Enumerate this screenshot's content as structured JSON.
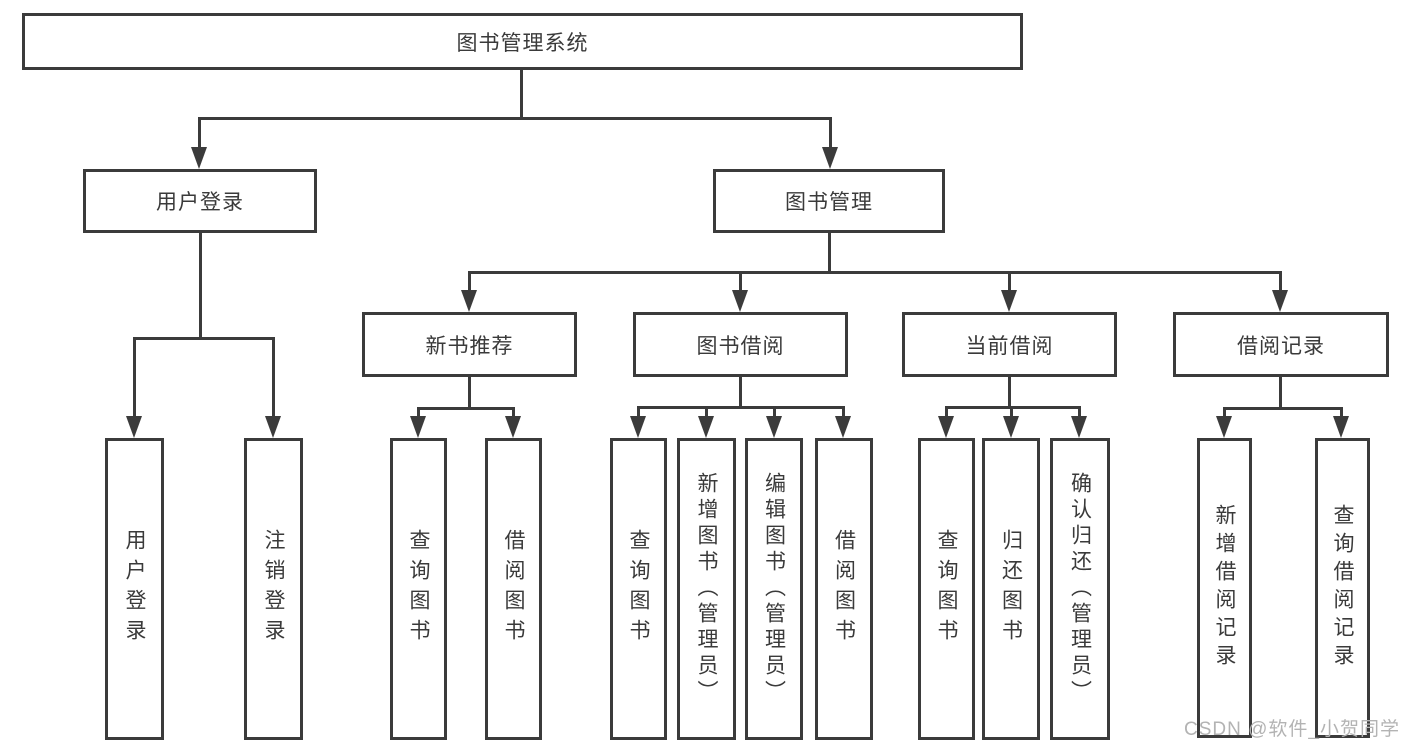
{
  "nodes": {
    "root": "图书管理系统",
    "user_login": "用户登录",
    "book_mgmt": "图书管理",
    "new_book_rec": "新书推荐",
    "book_borrow": "图书借阅",
    "current_borrow": "当前借阅",
    "borrow_records": "借阅记录",
    "leaf_user_login": "用户登录",
    "leaf_logout": "注销登录",
    "leaf_nb_query": "查询图书",
    "leaf_nb_borrow": "借阅图书",
    "leaf_bb_query": "查询图书",
    "leaf_bb_add": "新增图书（管理员）",
    "leaf_bb_edit": "编辑图书（管理员）",
    "leaf_bb_borrow": "借阅图书",
    "leaf_cb_query": "查询图书",
    "leaf_cb_return": "归还图书",
    "leaf_cb_confirm": "确认归还（管理员）",
    "leaf_br_add": "新增借阅记录",
    "leaf_br_query": "查询借阅记录"
  },
  "watermark": "CSDN @软件_小贺同学",
  "colors": {
    "line": "#3b3b3b",
    "text": "#3a3a3a",
    "background": "#ffffff",
    "watermark": "#b3b3b3"
  }
}
